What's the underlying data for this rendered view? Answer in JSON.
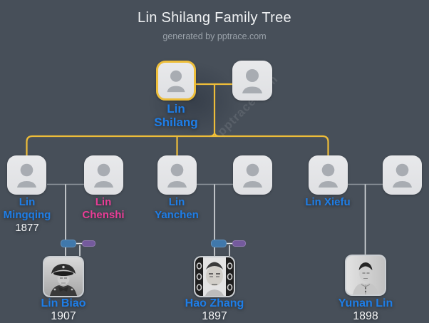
{
  "header": {
    "title": "Lin Shilang Family Tree",
    "subtitle": "generated by pptrace.com"
  },
  "watermark": "pptrace.com",
  "colors": {
    "background": "#474f59",
    "highlight_yellow": "#eebd39",
    "name_blue": "#1e7ee8",
    "name_pink": "#ea3d96",
    "year_white": "#f3f4f5",
    "node_fill": "#e3e4e6",
    "connector_gray": "#8f969d",
    "connector_light": "#dcdfe2",
    "chip_blue": "#4078ab",
    "chip_purple": "#745a9d"
  },
  "tree": {
    "root": {
      "line1": "Lin",
      "line2": "Shilang",
      "selected": true
    },
    "gen2": {
      "mingqing": {
        "line1": "Lin",
        "line2": "Mingqing",
        "year": "1877"
      },
      "chenshi": {
        "line1": "Lin",
        "line2": "Chenshi"
      },
      "yanchen": {
        "line1": "Lin",
        "line2": "Yanchen"
      },
      "xiefu": {
        "name": "Lin Xiefu"
      }
    },
    "gen3": {
      "linbiao": {
        "name": "Lin Biao",
        "year": "1907"
      },
      "haozhang": {
        "name": "Hao Zhang",
        "year": "1897"
      },
      "yunanlin": {
        "name": "Yunan Lin",
        "year": "1898"
      }
    }
  }
}
